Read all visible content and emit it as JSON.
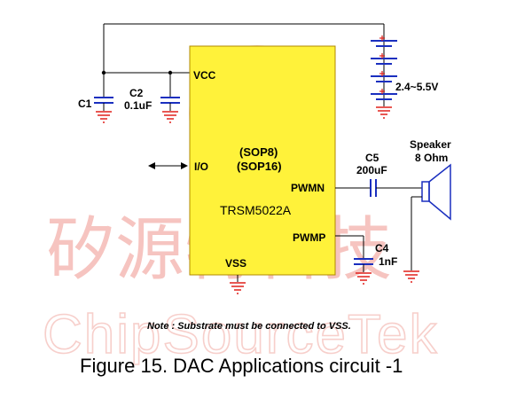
{
  "watermark": {
    "cjk": "矽源特科技",
    "latin": "ChipSourceTek"
  },
  "chip": {
    "package_1": "(SOP8)",
    "package_2": "(SOP16)",
    "part": "TRSM5022A",
    "pins": {
      "vcc": "VCC",
      "io": "I/O",
      "pwmn": "PWMN",
      "pwmp": "PWMP",
      "vss": "VSS"
    }
  },
  "components": {
    "c1": "C1",
    "c2": "C2",
    "c2_value": "0.1uF",
    "c5": "C5",
    "c5_value": "200uF",
    "c4": "C4",
    "c4_value": "1nF",
    "speaker": "Speaker",
    "speaker_value": "8 Ohm",
    "supply": "2.4~5.5V"
  },
  "note": "Note : Substrate must be connected to VSS.",
  "caption": "Figure 15.  DAC Applications circuit -1",
  "colors": {
    "chip_fill": "#fff23a",
    "chip_border": "#b08a00",
    "capacitor": "#1a2fbf",
    "ground": "#e0201a",
    "watermark": "#f6c4c0"
  }
}
